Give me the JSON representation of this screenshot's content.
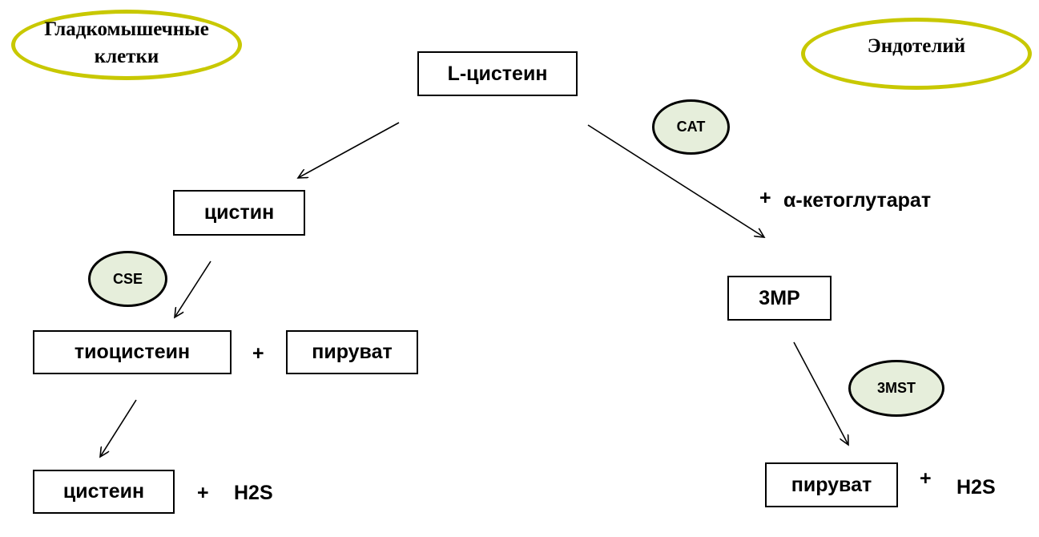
{
  "colors": {
    "region_outline": "#c8c800",
    "enzyme_fill": "#e6eedb",
    "line": "#000000"
  },
  "regions": {
    "smooth_muscle": {
      "line1": "Гладкомышечные",
      "line2": "клетки"
    },
    "endothelium": {
      "label": "Эндотелий"
    }
  },
  "nodes": {
    "l_cysteine": "L-цистеин",
    "cystine": "цистин",
    "thiocysteine": "тиоцистеин",
    "pyruvate_left": "пируват",
    "cysteine": "цистеин",
    "h2s_left": "H2S",
    "mp3": "3MP",
    "pyruvate_right": "пируват",
    "h2s_right": "H2S",
    "alpha_ketoglutarate": "α-кетоглутарат"
  },
  "operators": {
    "plus": "+"
  },
  "enzymes": {
    "cat": "CAT",
    "cse": "CSE",
    "mst3": "3MST"
  }
}
